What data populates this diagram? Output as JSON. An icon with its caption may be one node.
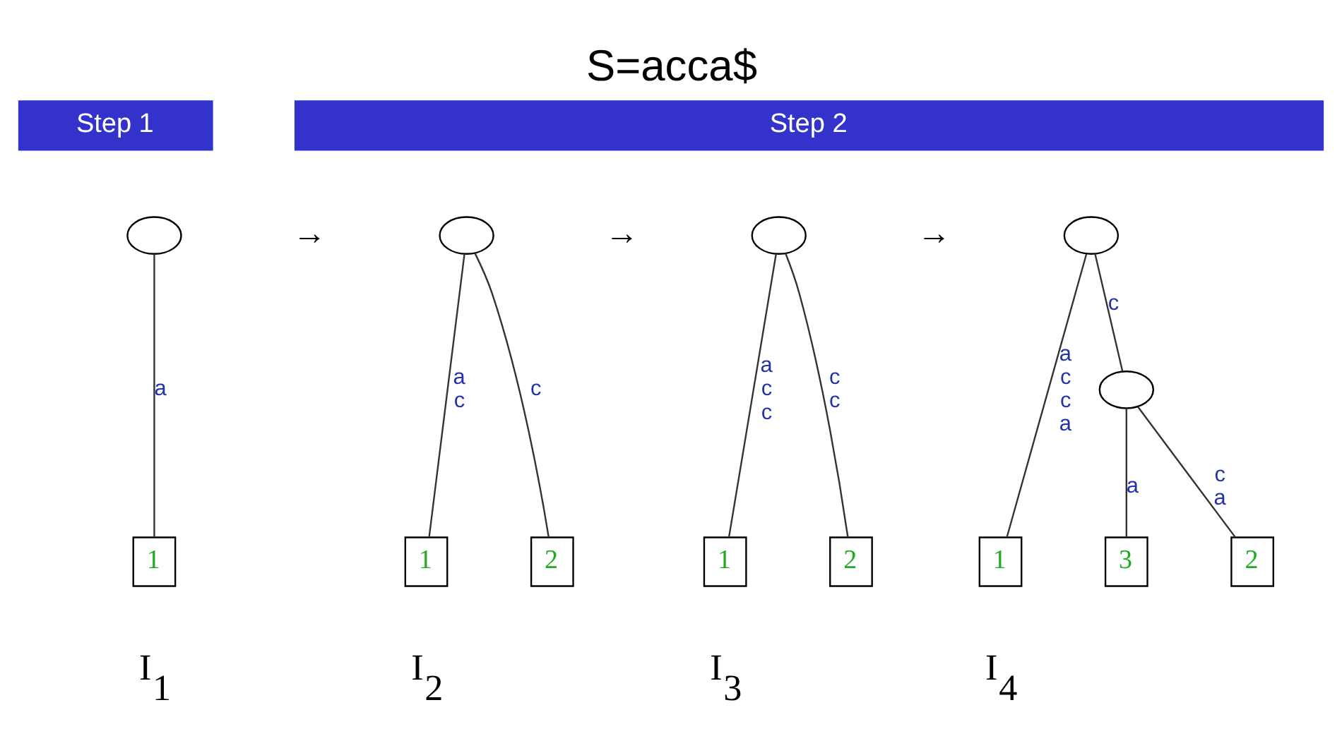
{
  "diagram": {
    "title": "S=acca$",
    "nodes": [
      {
        "text": [
          "Step 1"
        ]
      },
      {
        "text": [
          "Step 2"
        ]
      },
      {
        "text": [],
        "shape": "circle"
      },
      {
        "text": [
          "1"
        ]
      },
      {
        "text": [],
        "shape": "circle"
      },
      {
        "text": [
          "1"
        ]
      },
      {
        "text": [
          "2"
        ]
      },
      {
        "text": [],
        "shape": "circle"
      },
      {
        "text": [
          "1"
        ]
      },
      {
        "text": [
          "2"
        ]
      },
      {
        "text": [],
        "shape": "circle"
      },
      {
        "text": [],
        "shape": "circle"
      },
      {
        "text": [
          "1"
        ]
      },
      {
        "text": [
          "3"
        ]
      },
      {
        "text": [
          "2"
        ]
      }
    ],
    "edges": [
      {
        "from": 2,
        "to": 3,
        "label": "a",
        "arrow": "none"
      },
      {
        "from": 4,
        "to": 5,
        "label": "a c",
        "arrow": "none"
      },
      {
        "from": 4,
        "to": 6,
        "label": "c",
        "arrow": "none"
      },
      {
        "from": 7,
        "to": 8,
        "label": "a c c",
        "arrow": "none"
      },
      {
        "from": 7,
        "to": 9,
        "label": "c c",
        "arrow": "none"
      },
      {
        "from": 10,
        "to": 12,
        "label": "a c c a",
        "arrow": "none"
      },
      {
        "from": 10,
        "to": 11,
        "label": "c",
        "arrow": "none"
      },
      {
        "from": 11,
        "to": 13,
        "label": "a",
        "arrow": "none"
      },
      {
        "from": 11,
        "to": 14,
        "label": "c a",
        "arrow": "none"
      }
    ],
    "labels": [
      "→",
      "→",
      "→",
      "I$_{1}$",
      "I$_{2}$",
      "I$_{3}$",
      "I$_{4}$"
    ]
  }
}
